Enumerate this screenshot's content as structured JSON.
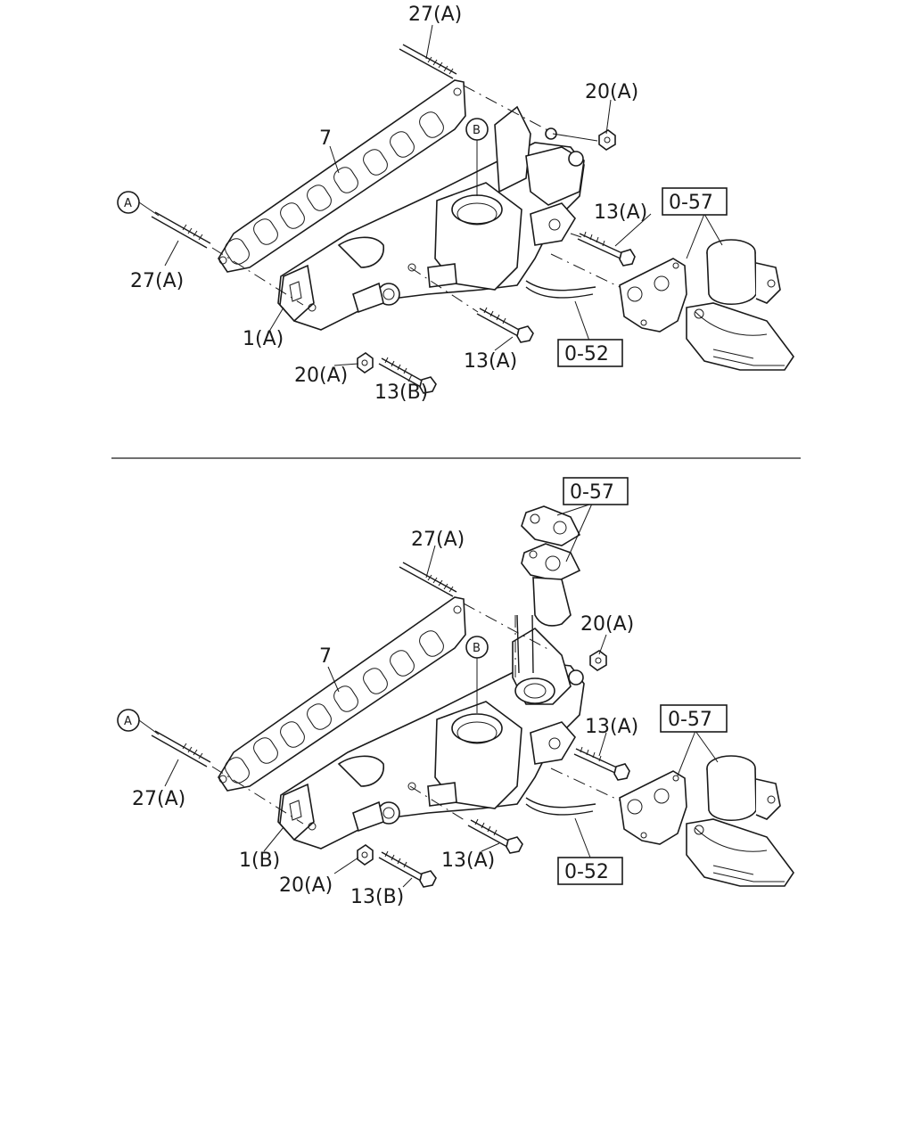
{
  "top": {
    "label_27a_top": "27(A)",
    "label_20a_top": "20(A)",
    "label_b": "B",
    "label_7": "7",
    "label_a": "A",
    "label_13a_right": "13(A)",
    "box_057": "0-57",
    "label_27a_left": "27(A)",
    "label_1a": "1(A)",
    "label_20a_bottom": "20(A)",
    "label_13b": "13(B)",
    "label_13a_bottom": "13(A)",
    "box_052": "0-52"
  },
  "bottom": {
    "box_057_upper": "0-57",
    "label_27a_top": "27(A)",
    "label_20a_top": "20(A)",
    "label_b": "B",
    "label_7": "7",
    "label_a": "A",
    "label_13a_right": "13(A)",
    "box_057_lower": "0-57",
    "label_27a_left": "27(A)",
    "label_1b": "1(B)",
    "label_20a_bottom": "20(A)",
    "label_13b": "13(B)",
    "label_13a_bottom": "13(A)",
    "box_052": "0-52"
  }
}
